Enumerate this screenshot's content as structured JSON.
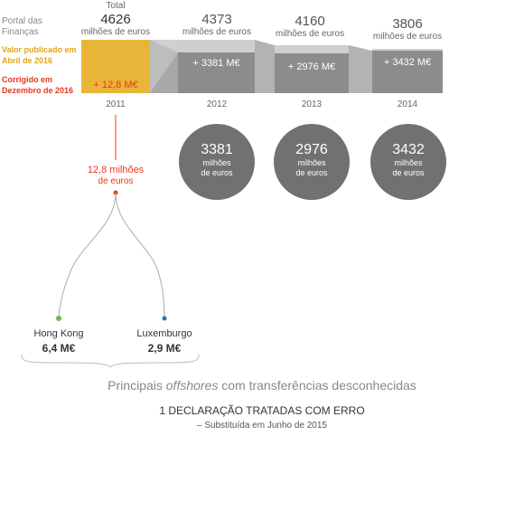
{
  "legend": {
    "portal": "Portal das Finanças",
    "published": "Valor publicado em Abril de 2016",
    "corrected": "Corrigido em Dezembro de 2016"
  },
  "unit": "milhões de euros",
  "unit_line1": "milhões",
  "unit_line2": "de euros",
  "columns": [
    {
      "year": "2011",
      "total_label": "Total",
      "published": "4626",
      "correction": "+ 12,8 M€",
      "circle": ""
    },
    {
      "year": "2012",
      "published": "4373",
      "correction": "+ 3381 M€",
      "circle": "3381"
    },
    {
      "year": "2013",
      "published": "4160",
      "correction": "+ 2976 M€",
      "circle": "2976"
    },
    {
      "year": "2014",
      "published": "3806",
      "correction": "+ 3432 M€",
      "circle": "3432"
    }
  ],
  "callout": {
    "value": "12,8 milhões",
    "unit": "de euros"
  },
  "destinations": [
    {
      "name": "Hong Kong",
      "value": "6,4 M€",
      "color": "#6dbb45"
    },
    {
      "name": "Luxemburgo",
      "value": "2,9 M€",
      "color": "#1d79b5"
    }
  ],
  "subtitle": {
    "pre": "Principais ",
    "em": "offshores",
    "post": " com transferências desconhecidas"
  },
  "declaration": {
    "title": "1 DECLARAÇÃO TRATADAS COM ERRO",
    "note": "– Substituída em Junho de 2015"
  },
  "colors": {
    "accent_yellow": "#e8b538",
    "accent_red": "#e8391f",
    "band_dark": "#8a8a8a",
    "band_light": "#c4c4c4",
    "circle": "#717171"
  }
}
